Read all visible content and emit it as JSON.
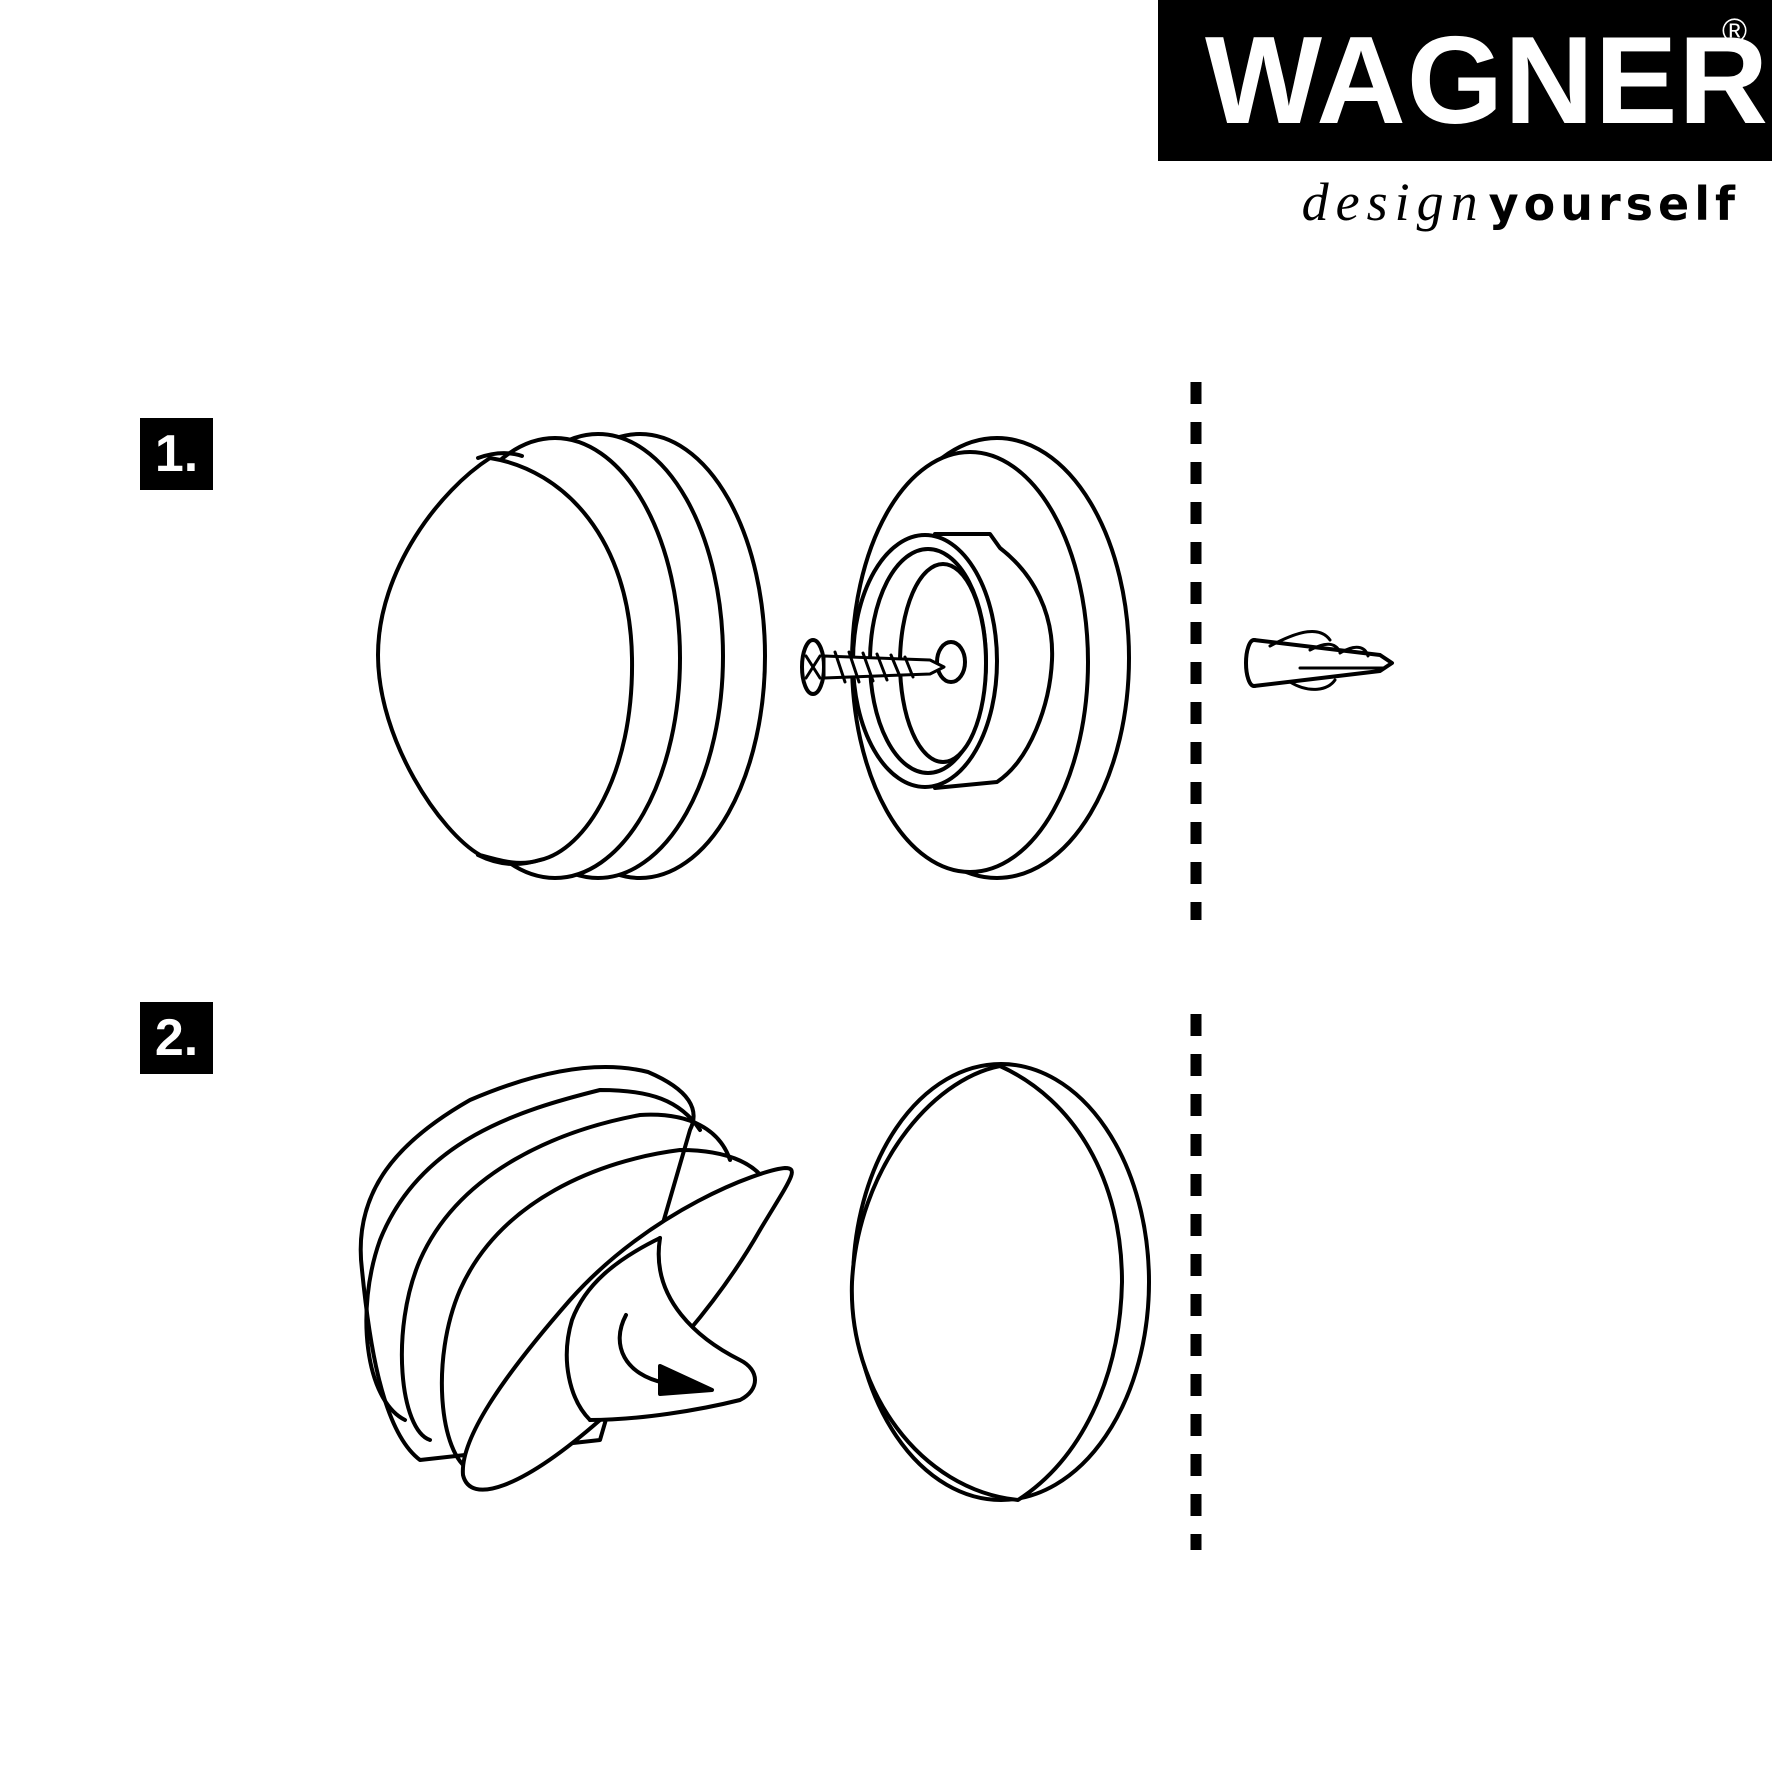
{
  "brand": {
    "name": "WAGNER",
    "registered_mark": "®",
    "tagline_italic": "design",
    "tagline_bold": "yourself",
    "colors": {
      "ink": "#000000",
      "paper": "#ffffff"
    }
  },
  "steps": [
    {
      "label": "1."
    },
    {
      "label": "2."
    }
  ],
  "icons": {
    "step1": [
      "cap-icon",
      "base-plate-icon",
      "screw-icon",
      "wall-plug-icon",
      "wall-line-icon"
    ],
    "step2": [
      "cap-rotating-icon",
      "rotate-arrow-icon",
      "mounted-cap-icon",
      "wall-line-icon"
    ]
  }
}
